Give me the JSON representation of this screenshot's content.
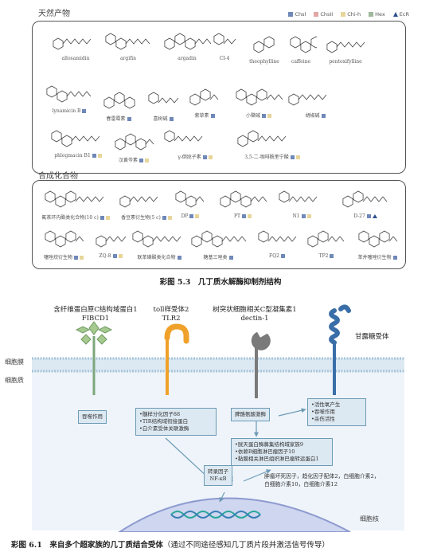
{
  "figure1": {
    "natural_title": "天然产物",
    "synthetic_title": "合成化合物",
    "caption": "彩图 5.3　几丁质水解酶抑制剂结构",
    "legend": [
      {
        "label": "Chsl",
        "color": "#6f88b8",
        "shape": "square"
      },
      {
        "label": "ChsII",
        "color": "#e3a6a6",
        "shape": "square"
      },
      {
        "label": "Chi-h",
        "color": "#e8d59a",
        "shape": "square"
      },
      {
        "label": "Hex",
        "color": "#9fb89c",
        "shape": "square"
      },
      {
        "label": "EcR",
        "color": "#2f4f8f",
        "shape": "triangle"
      }
    ],
    "natural_compounds": [
      {
        "label": "allosamidin",
        "tags": []
      },
      {
        "label": "argifin",
        "tags": []
      },
      {
        "label": "argadin",
        "tags": []
      },
      {
        "label": "CI-4",
        "tags": []
      },
      {
        "label": "theophylline",
        "tags": []
      },
      {
        "label": "caffeine",
        "tags": []
      },
      {
        "label": "pentoxifylline",
        "tags": []
      },
      {
        "label": "lynamicin B",
        "tags": [
          "#6f88b8"
        ]
      },
      {
        "label": "春雷霉素",
        "tags": [
          "#6f88b8"
        ]
      },
      {
        "label": "喜树碱",
        "tags": [
          "#6f88b8"
        ]
      },
      {
        "label": "紫草素",
        "tags": [
          "#6f88b8"
        ]
      },
      {
        "label": "小檗碱",
        "tags": [
          "#6f88b8",
          "#e8d59a"
        ]
      },
      {
        "label": "胡椒碱",
        "tags": [
          "#6f88b8"
        ]
      },
      {
        "label": "phlegmacin B1",
        "tags": [
          "#6f88b8",
          "#e8d59a"
        ]
      },
      {
        "label": "汉黄芩素",
        "tags": [
          "#6f88b8",
          "#e8d59a"
        ]
      },
      {
        "label": "γ-倒捻子素",
        "tags": [
          "#6f88b8",
          "#e8d59a"
        ]
      },
      {
        "label": "3,5-二-咖啡酰奎宁酸",
        "tags": [
          "#6f88b8",
          "#e8d59a"
        ]
      }
    ],
    "synthetic_compounds": [
      {
        "label": "氟茶环内酯类化合物(10 c)",
        "tags": [
          "#6f88b8",
          "#e8d59a"
        ]
      },
      {
        "label": "香豆素衍生物(5 c)",
        "tags": [
          "#6f88b8",
          "#e8d59a"
        ]
      },
      {
        "label": "DP",
        "tags": [
          "#6f88b8",
          "#e8d59a"
        ]
      },
      {
        "label": "PT",
        "tags": [
          "#6f88b8",
          "#e8d59a"
        ]
      },
      {
        "label": "N1",
        "tags": [
          "#6f88b8",
          "#e8d59a"
        ]
      },
      {
        "label": "D-27",
        "tags": [
          "#6f88b8",
          "#2f4f8f"
        ]
      },
      {
        "label": "噻唑烷衍生物",
        "tags": [
          "#6f88b8",
          "#e8d59a"
        ]
      },
      {
        "label": "ZQ-8",
        "tags": [
          "#6f88b8",
          "#e8d59a"
        ]
      },
      {
        "label": "联苯磺酸类化合物",
        "tags": [
          "#6f88b8"
        ]
      },
      {
        "label": "糖基三唑类",
        "tags": [
          "#6f88b8"
        ]
      },
      {
        "label": "FQ2",
        "tags": [
          "#6f88b8"
        ]
      },
      {
        "label": "TP2",
        "tags": [
          "#6f88b8"
        ]
      },
      {
        "label": "苯并噻唑衍生物",
        "tags": [
          "#6f88b8"
        ]
      }
    ]
  },
  "figure2": {
    "receptors": [
      {
        "title": "含纤维蛋白原C结构域蛋白1",
        "subtitle": "FIBCD1"
      },
      {
        "title": "toll样受体2",
        "subtitle": "TLR2"
      },
      {
        "title": "树突状细胞相关C型凝集素1",
        "subtitle": "dectin-1"
      },
      {
        "title": "甘露糖受体",
        "subtitle": ""
      }
    ],
    "membrane_label": "细胞膜",
    "cytoplasm_label": "细胞质",
    "nucleus_label": "细胞核",
    "boxes": {
      "phagocytosis": "吞噬作用",
      "tlr2_list": [
        "•髓样分化因子88",
        "•TIR结构域衔接蛋白",
        "•白介素受体关联激酶"
      ],
      "syk": "脾酪氨酸激酶",
      "effects": [
        "•活性氧产生",
        "•吞噬作用",
        "•杀伤活性"
      ],
      "card9": [
        "•胱天蛋白酶募集结构域家族9",
        "•依赖B细胞淋巴瘤因子10",
        "•黏膜相关淋巴组织淋巴瘤转运蛋白1"
      ],
      "nfkb": [
        "转录因子",
        "NF-κB"
      ]
    },
    "output_text": [
      "肿瘤坏死因子，趋化因子配体2，白细胞介素2，",
      "白细胞介素10，白细胞介素12"
    ],
    "caption_bold": "彩图 6.1　来自多个超家族的几丁质结合受体",
    "caption_normal": "（通过不同途径感知几丁质片段并激活信号传导）"
  }
}
